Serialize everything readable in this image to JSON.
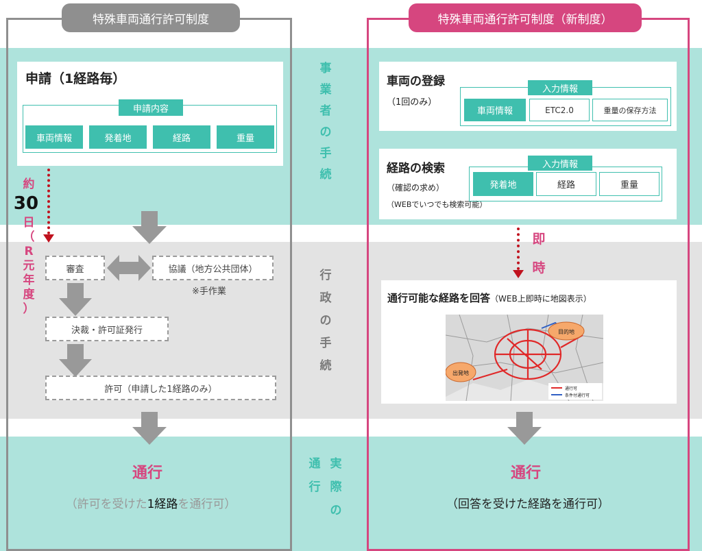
{
  "left": {
    "title": "特殊車両通行許可制度",
    "application": {
      "heading": "申請（1経路毎）",
      "content_label": "申請内容",
      "items": [
        "車両情報",
        "発着地",
        "経路",
        "重量"
      ]
    },
    "duration": {
      "char1": "約",
      "number": "30",
      "chars": [
        "日",
        "（",
        "R",
        "元",
        "年",
        "度",
        "）"
      ]
    },
    "admin": {
      "review": "審査",
      "consult": "協議（地方公共団体）",
      "manual": "※手作業",
      "decision": "決裁・許可証発行",
      "permit": "許可（申請した1経路のみ）"
    },
    "result": {
      "title": "通行",
      "desc_part1": "（許可を受けた",
      "desc_part2": "1経路",
      "desc_part3": "を通行可）"
    }
  },
  "middle": {
    "business": [
      "事",
      "業",
      "者",
      "の",
      "手",
      "続"
    ],
    "admin": [
      "行",
      "政",
      "の",
      "手",
      "続"
    ],
    "actual_col1": [
      "実",
      "際",
      "の"
    ],
    "actual_col2": [
      "通",
      "行"
    ]
  },
  "right": {
    "title": "特殊車両通行許可制度（新制度）",
    "registration": {
      "heading": "車両の登録",
      "sub": "（1回のみ）",
      "input_label": "入力情報",
      "items": [
        "車両情報",
        "ETC2.0",
        "重量の保存方法"
      ]
    },
    "route_search": {
      "heading": "経路の検索",
      "sub1": "（確認の求め）",
      "sub2": "（WEBでいつでも検索可能）",
      "input_label": "入力情報",
      "items": [
        "発着地",
        "経路",
        "重量"
      ]
    },
    "instant": [
      "即",
      "時"
    ],
    "answer": {
      "heading": "通行可能な経路を回答",
      "note": "（WEB上即時に地図表示）",
      "map": {
        "destination": "目的地",
        "origin": "出発地",
        "legend_passable": "通行可",
        "legend_conditional": "条件付通行可"
      }
    },
    "result": {
      "title": "通行",
      "desc": "（回答を受けた経路を通行可）"
    }
  },
  "colors": {
    "teal": "#3fbfae",
    "teal_band": "#aee3dc",
    "gray_band": "#e3e3e3",
    "pink": "#d6467f",
    "gray_tab": "#8f8f8f",
    "red_arrow": "#c0121e",
    "gray_arrow": "#999999"
  }
}
